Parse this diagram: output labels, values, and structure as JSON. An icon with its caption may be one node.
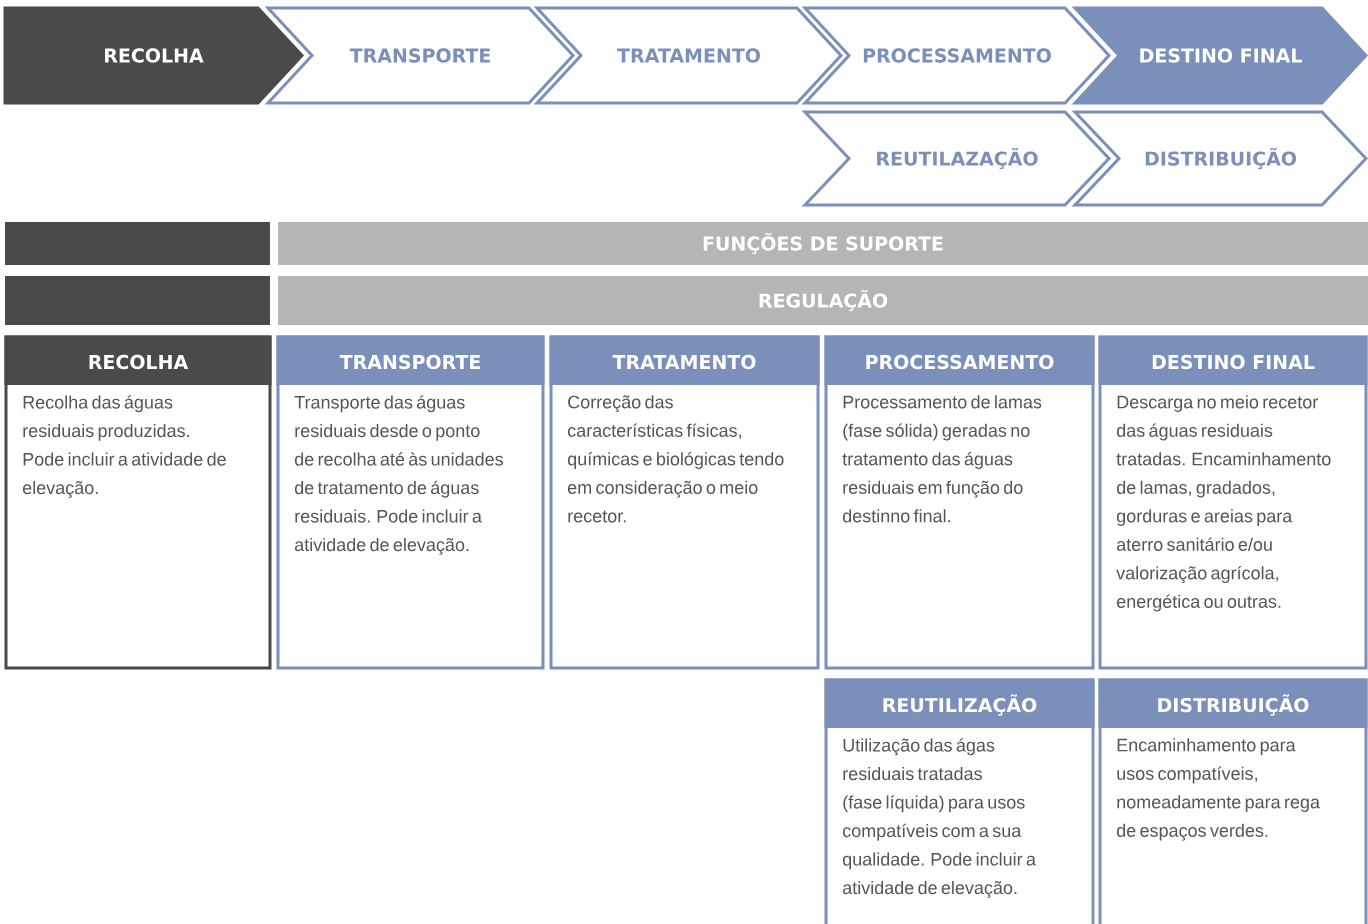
{
  "diagram": {
    "nodes": [
      {
        "text": [
          "RECOLHA"
        ]
      },
      {
        "text": [
          "TRANSPORTE"
        ]
      },
      {
        "text": [
          "TRATAMENTO"
        ]
      },
      {
        "text": [
          "PROCESSAMENTO"
        ]
      },
      {
        "text": [
          "DESTINO FINAL"
        ]
      },
      {
        "text": [
          "REUTILAZAÇÃO"
        ]
      },
      {
        "text": [
          "DISTRIBUIÇÃO"
        ]
      },
      {
        "text": [],
        "shape": "bar"
      },
      {
        "text": [
          "FUNÇÕES DE SUPORTE"
        ]
      },
      {
        "text": [],
        "shape": "bar"
      },
      {
        "text": [
          "REGULAÇÃO"
        ]
      },
      {
        "text": [
          "RECOLHA",
          "Recolha das águas residuais produzidas. Pode incluir a atividade de elevação."
        ]
      },
      {
        "text": [
          "TRANSPORTE",
          "Transporte das águas residuais desde o ponto de recolha até às unidades de tratamento de águas residuais. Pode incluir a atividade de elevação."
        ]
      },
      {
        "text": [
          "TRATAMENTO",
          "Correção das características físicas, químicas e biológicas tendo em consideração o meio recetor."
        ]
      },
      {
        "text": [
          "PROCESSAMENTO",
          "Processamento de lamas (fase sólida) geradas no tratamento das águas residuais em função do destinno final."
        ]
      },
      {
        "text": [
          "DESTINO FINAL",
          "Descarga no meio recetor das águas residuais tratadas. Encaminhamento de lamas, gradados, gorduras e areias para aterro sanitário e/ou valorização agrícola, energética ou outras."
        ]
      },
      {
        "text": [
          "REUTILIZAÇÃO",
          "Utilização das ágas residuais tratadas (fase líquida) para usos compatíveis com a sua qualidade. Pode incluir a atividade de elevação."
        ]
      },
      {
        "text": [
          "DISTRIBUIÇÃO",
          "Encaminhamento para usos compatíveis, nomeadamente para rega de espaços verdes."
        ]
      }
    ]
  }
}
